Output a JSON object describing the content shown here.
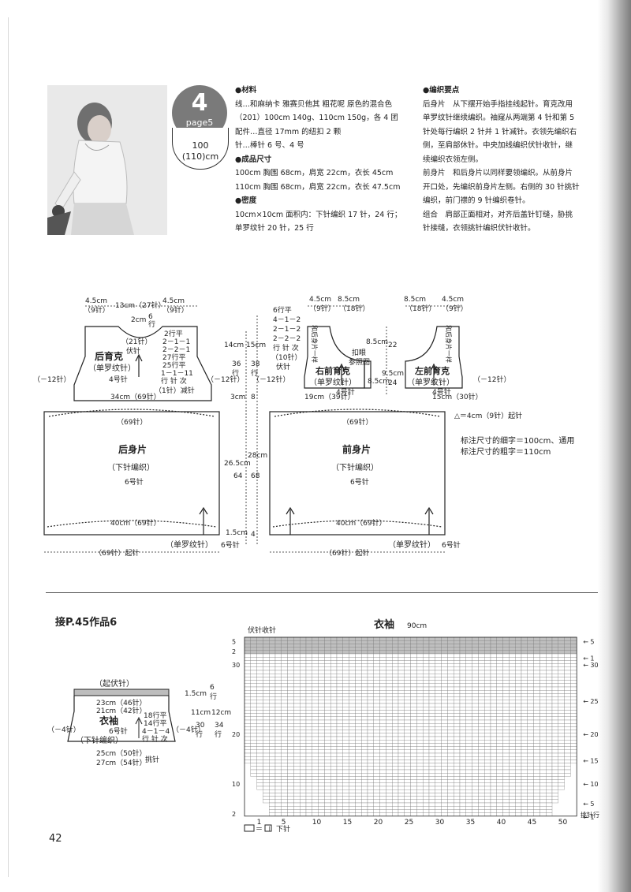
{
  "project": {
    "number": "4",
    "page_ref": "page5",
    "size_a": "100",
    "size_b": "(110)cm"
  },
  "materials": {
    "heading": "●材料",
    "lines": [
      "线…和麻纳卡 雅赛贝他其 粗花呢 原色的混合色",
      "（201）100cm 140g、110cm 150g，各 4 团",
      "配件…直径 17mm 的纽扣 2 颗",
      "针…棒针 6 号、4 号"
    ]
  },
  "finished_size": {
    "heading": "●成品尺寸",
    "lines": [
      "100cm 胸围 68cm，肩宽 22cm，衣长 45cm",
      "110cm 胸围 68cm，肩宽 22cm，衣长 47.5cm"
    ]
  },
  "gauge": {
    "heading": "●密度",
    "lines": [
      "10cm×10cm 面积内：下针编织 17 针，24 行；",
      "单罗纹针 20 针，25 行"
    ]
  },
  "instructions": {
    "heading": "●编织要点",
    "lines": [
      "后身片　从下摆开始手指挂线起针。育克改用",
      "单罗纹针继续编织。袖窿从两端第 4 针和第 5",
      "针处每行编织 2 针并 1 针减针。衣领先编织右",
      "侧，至肩部休针。中央加线编织伏针收针，继",
      "续编织衣领左侧。",
      "前身片　和后身片以同样要领编织。从前身片",
      "开口处，先编织前身片左侧。右侧的 30 针挑针",
      "编织，前门襟的 9 针编织卷针。",
      "组合　肩部正面相对，对齐后盖针钉缝，胁挑",
      "针接缝，衣领挑针编织伏针收针。"
    ]
  },
  "diagram": {
    "back_yoke": {
      "title": "后育克",
      "stitch": "（单罗纹针）",
      "needle": "4号针"
    },
    "back_body": {
      "title": "后身片",
      "stitch": "（下针编织）",
      "needle": "6号针"
    },
    "right_yoke": {
      "title": "右前育克",
      "stitch": "（单罗纹针）",
      "needle": "4号针"
    },
    "left_yoke": {
      "title": "左前育克",
      "stitch": "（单罗纹针）",
      "needle": "4号针"
    },
    "front_body": {
      "title": "前身片",
      "stitch": "（下针编织）",
      "needle": "6号针"
    },
    "labels": {
      "top_45a": "4.5cm",
      "top_9a": "（9针）",
      "top_13": "13cm（27针）",
      "top_45b": "4.5cm",
      "top_9b": "（9针）",
      "neck_2cm": "2cm",
      "neck_6": "6",
      "neck_rows": "行",
      "neck_21": "（21针）",
      "neck_bind": "伏针",
      "dec_2a": "2行平",
      "dec_2b": "2－1－1",
      "dec_2c": "2－2－1",
      "dec_27": "27行平",
      "dec_25": "25行平",
      "dec_111": "1－1－11",
      "dec_hang": "行 针 次",
      "dec_1": "（1针）减针",
      "minus12": "（－12针）",
      "body_34": "34cm（69针）",
      "body_69": "（69针）",
      "body_40": "40cm（69针）",
      "rib": "（单罗纹针）",
      "rib_needle": "6号针",
      "cast_on": "（69针）起针",
      "m_6rows": "6行平",
      "m_412": "4－1－2",
      "m_212": "2－1－2",
      "m_222": "2－2－2",
      "m_hang": "行 针 次",
      "m_10": "（10针）",
      "m_bind": "伏针",
      "m_14": "14cm",
      "m_15": "15cm",
      "m_36": "36",
      "m_38": "38",
      "m_hang2": "行",
      "m_3cm": "3cm",
      "m_8": "8",
      "m_265": "26.5cm",
      "m_28": "28cm",
      "m_64": "64",
      "m_68": "68",
      "m_15cm": "1.5cm",
      "m_4": "4",
      "f_45": "4.5cm",
      "f_85": "8.5cm",
      "f_9": "（9针）",
      "f_18": "（18针）",
      "f_85b": "8.5cm",
      "f_95": "9.5cm",
      "f_22": "22",
      "f_24": "24",
      "f_85c": "8.5cm",
      "f_kou": "扣眼",
      "f_ref": "参照图",
      "f_19": "19cm（39针）",
      "f_15": "15cm（30针）",
      "f_side": "和后身片一样",
      "f_delta": "△＝4cm（9针）起针",
      "note1": "标注尺寸的细字＝100cm、通用",
      "note2": "标注尺寸的粗字＝110cm"
    }
  },
  "continued": {
    "title": "接P.45作品6"
  },
  "sleeve_small": {
    "title": "衣袖",
    "needle": "6号针",
    "stitch": "（下针编织）",
    "bind": "（起伏针）",
    "w23": "23cm（46针）",
    "w21": "21cm（42针）",
    "side": "（－4针）",
    "rows_18": "18行平",
    "rows_14": "14行平",
    "rows_412": "4－1－4",
    "rows_hang": "行 针 次",
    "h15": "1.5cm",
    "h6": "6",
    "h_hang": "行",
    "h11": "11cm",
    "h12": "12cm",
    "h30": "30",
    "h34": "34",
    "w25": "25cm（50针）",
    "w27": "27cm（54针）",
    "pick": "挑针"
  },
  "chart": {
    "title": "衣袖",
    "subtitle": "90cm",
    "bind_off": "伏针收针",
    "x_ticks": [
      "50",
      "45",
      "40",
      "35",
      "30",
      "25",
      "20",
      "15",
      "10",
      "5",
      "1"
    ],
    "left_rows": [
      "5",
      "2",
      "30",
      "20",
      "10",
      "2"
    ],
    "right_rows": [
      "5",
      "1",
      "30",
      "25",
      "20",
      "15",
      "10",
      "5",
      "1"
    ],
    "pick_label": "挑针行",
    "legend_eq": "＝",
    "legend_sym": "丨",
    "legend_text": "下针"
  },
  "page_number": "42"
}
